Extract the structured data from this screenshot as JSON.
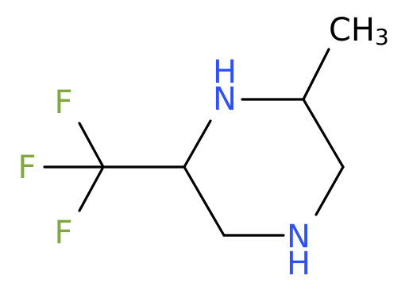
{
  "molecule": {
    "colors": {
      "bond": "#000000",
      "nitrogen": "#3050f8",
      "fluorine": "#7fa940",
      "carbon_label": "#000000"
    },
    "labels": {
      "nh_top": "H",
      "nh_top_n": "N",
      "nh_bottom_n": "N",
      "nh_bottom_h": "H",
      "methyl_c": "CH",
      "methyl_sub": "3",
      "f1": "F",
      "f2": "F",
      "f3": "F"
    }
  }
}
